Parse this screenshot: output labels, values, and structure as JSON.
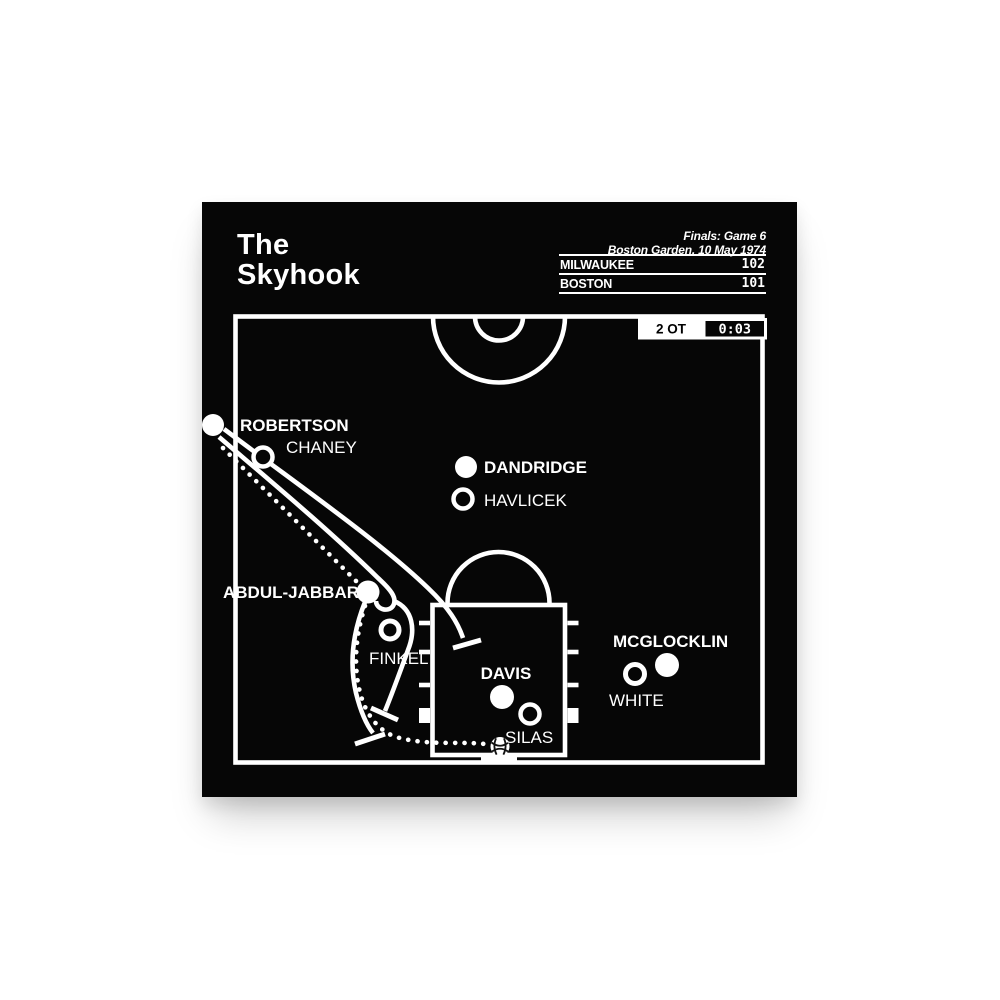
{
  "poster": {
    "title_lines": [
      "The",
      "Skyhook"
    ],
    "meta": {
      "line1": "Finals: Game 6",
      "line2": "Boston Garden, 10 May 1974"
    },
    "scoreboard": {
      "rows": [
        {
          "team": "MILWAUKEE",
          "score": "102"
        },
        {
          "team": "BOSTON",
          "score": "101"
        }
      ]
    },
    "clock": {
      "period": "2 OT",
      "time": "0:03"
    },
    "players": [
      {
        "name": "ROBERTSON",
        "marker": "filled"
      },
      {
        "name": "CHANEY",
        "marker": "open"
      },
      {
        "name": "DANDRIDGE",
        "marker": "filled"
      },
      {
        "name": "HAVLICEK",
        "marker": "open"
      },
      {
        "name": "ABDUL-JABBAR",
        "marker": "filled"
      },
      {
        "name": "FINKEL",
        "marker": "open"
      },
      {
        "name": "DAVIS",
        "marker": "filled"
      },
      {
        "name": "SILAS",
        "marker": "open"
      },
      {
        "name": "MCGLOCKLIN",
        "marker": "filled"
      },
      {
        "name": "WHITE",
        "marker": "open"
      }
    ],
    "colors": {
      "poster_bg": "#060606",
      "line": "#ffffff"
    }
  }
}
